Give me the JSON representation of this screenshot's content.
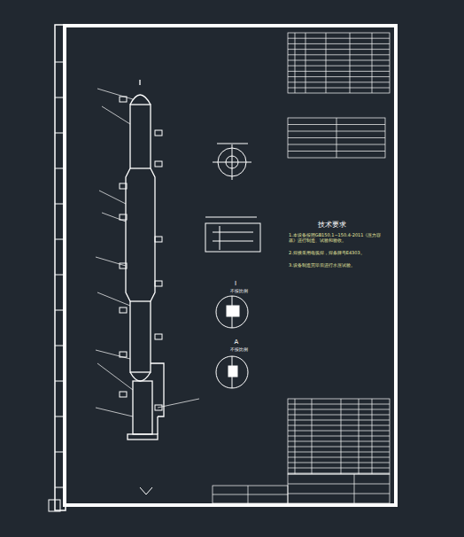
{
  "diagram": {
    "labels": [
      "技术要求",
      "1.本设备按照GB150.1~150.4-2011《压力容器》进行制造、试验和验收。",
      "2.焊接采用电弧焊，焊条牌号E4303。",
      "3.设备制造完毕后进行水压试验。",
      "I",
      "不按比例",
      "A",
      "不按比例"
    ]
  }
}
